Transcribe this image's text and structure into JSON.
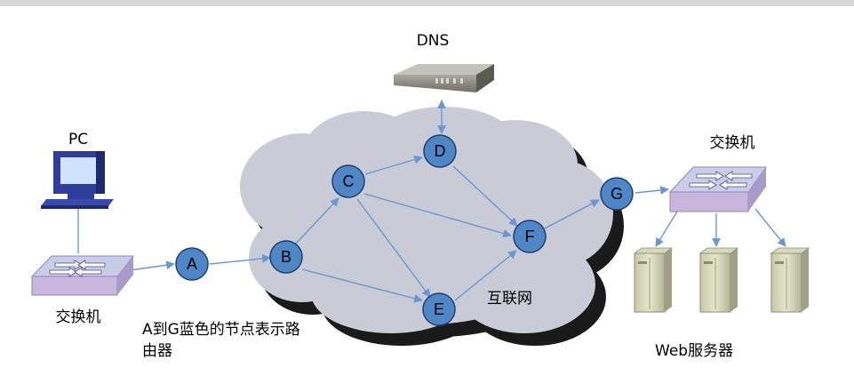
{
  "labels": {
    "dns": "DNS",
    "pc": "PC",
    "switch_left": "交换机",
    "switch_right": "交换机",
    "internet": "互联网",
    "note_line1": "A到G蓝色的节点表示路",
    "note_line2": "由器",
    "web_servers": "Web服务器"
  },
  "routers": [
    "A",
    "B",
    "C",
    "D",
    "E",
    "F",
    "G"
  ],
  "colors": {
    "router_fill": "#4f86c6",
    "router_stroke": "#1f3f6e",
    "cloud_fill": "#c9ccd6",
    "cloud_shadow": "#1a1a1a",
    "link": "#6a96d2",
    "switch_top": "#c9cdea",
    "switch_front": "#c8b6dc"
  },
  "icons": [
    "dns-server-icon",
    "pc-icon",
    "switch-icon",
    "server-icon"
  ]
}
